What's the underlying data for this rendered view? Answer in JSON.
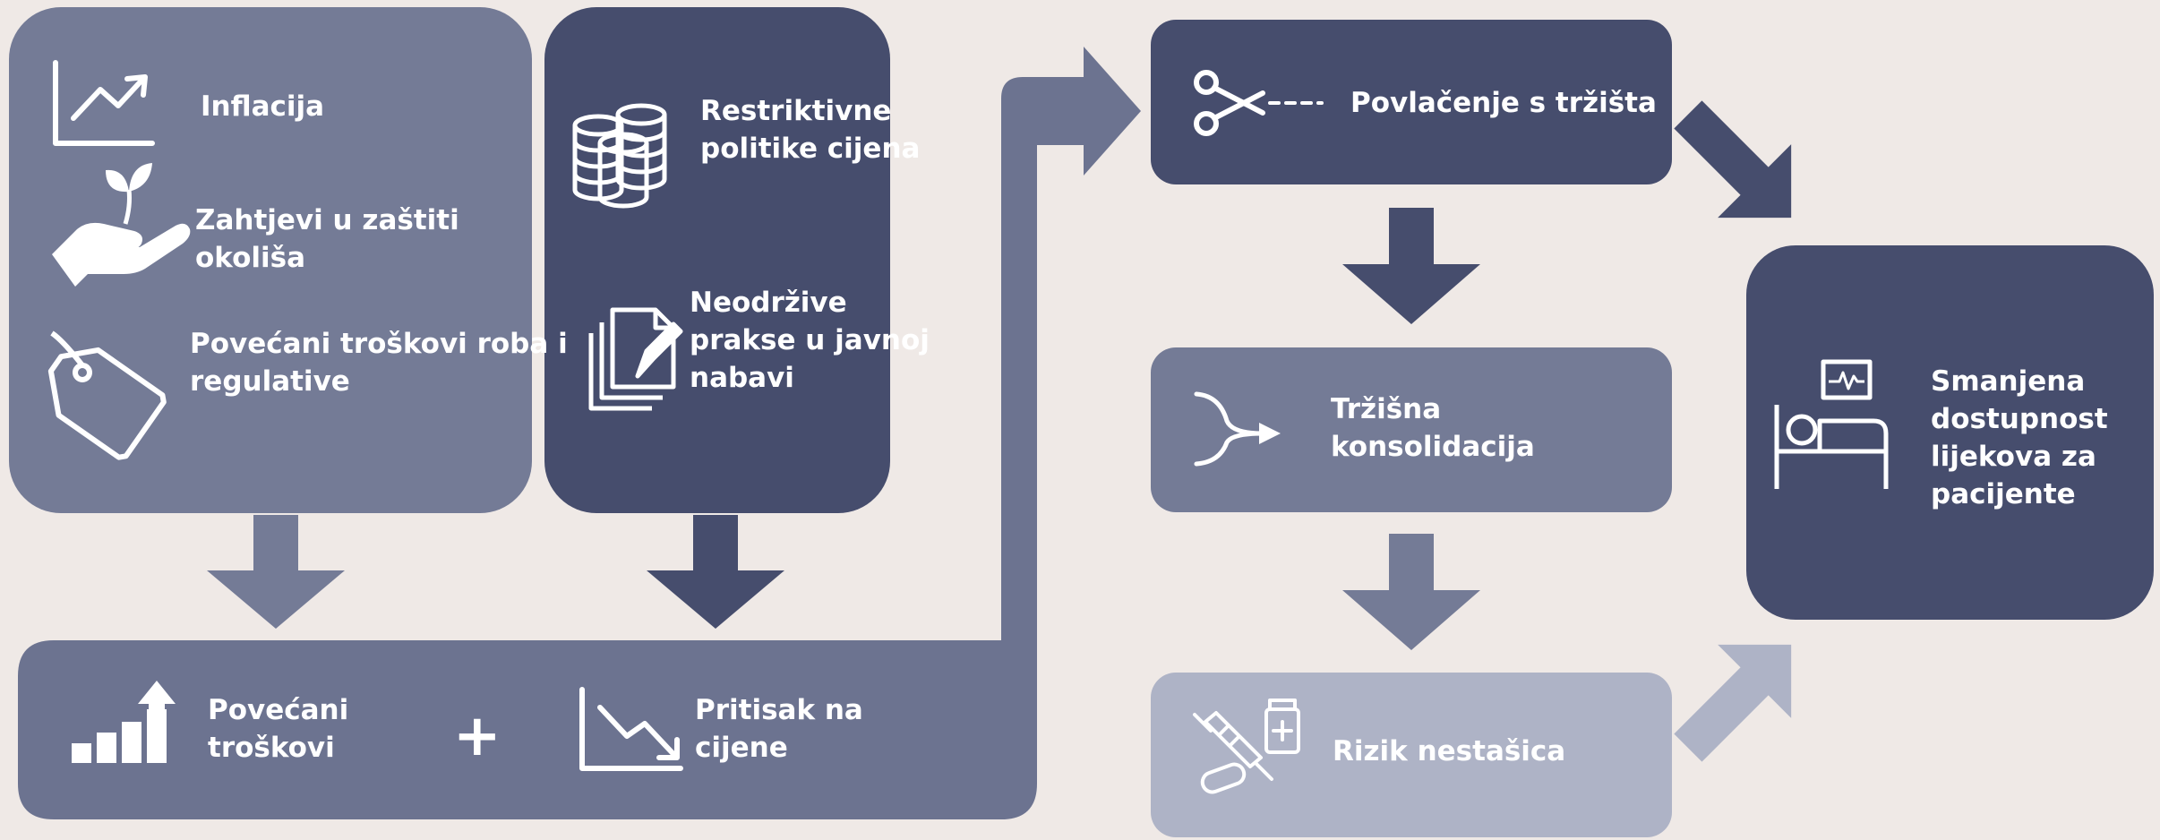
{
  "colors": {
    "background": "#efe9e6",
    "slate_light": "#737a96",
    "slate_dark": "#464d6d",
    "slate_pale": "#aeb3c6",
    "arrow_light": "#747b96",
    "arrow_dark": "#474e6e",
    "text": "#ffffff"
  },
  "drivers": {
    "inflation": {
      "label": "Inflacija",
      "icon": "line-chart-up-icon"
    },
    "environment": {
      "label": "Zahtjevi u zaštiti\nokoliša",
      "icon": "hand-sprout-icon"
    },
    "costs_goods": {
      "label": "Povećani troškovi roba i\nregulative",
      "icon": "price-tag-icon"
    },
    "price_policy": {
      "label": "Restriktivne\npolitike cijena",
      "icon": "coin-stacks-icon"
    },
    "procurement": {
      "label": "Neodržive\nprakse u javnoj\nnabavi",
      "icon": "documents-edit-icon"
    }
  },
  "pressure": {
    "increased_costs": {
      "label": "Povećani\ntroškovi",
      "icon": "bar-chart-up-icon"
    },
    "plus": "+",
    "price_pressure": {
      "label": "Pritisak na\ncijene",
      "icon": "line-chart-down-icon"
    }
  },
  "effects": {
    "withdrawal": {
      "label": "Povlačenje s tržišta",
      "icon": "scissors-cut-icon"
    },
    "consolidation": {
      "label": "Tržišna\nkonsolidacija",
      "icon": "merge-arrow-icon"
    },
    "shortage": {
      "label": "Rizik nestašica",
      "icon": "medicine-syringe-icon"
    }
  },
  "outcome": {
    "label": "Smanjena\ndostupnost\nlijekova za\npacijente",
    "icon": "hospital-bed-icon"
  }
}
